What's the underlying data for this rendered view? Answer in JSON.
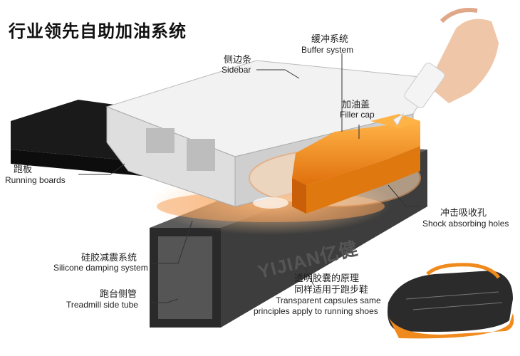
{
  "title": "行业领先自助加油系统",
  "brand": "YIJIAN亿健",
  "colors": {
    "orange": "#f08a1c",
    "dark": "#1a1a1a",
    "sidebar": "#e6e6e6",
    "tube": "#444444"
  },
  "callouts": {
    "buffer": {
      "cn": "缓冲系统",
      "en": "Buffer system"
    },
    "sidebar": {
      "cn": "侧边条",
      "en": "Sidebar"
    },
    "filler": {
      "cn": "加油盖",
      "en": "Filler cap"
    },
    "running": {
      "cn": "跑板",
      "en": "Running boards"
    },
    "shock": {
      "cn": "冲击吸收孔",
      "en": "Shock absorbing holes"
    },
    "silicone": {
      "cn": "硅胶减震系统",
      "en": "Silicone damping system"
    },
    "tube": {
      "cn": "跑台侧管",
      "en": "Treadmill side tube"
    },
    "capsule": {
      "cn1": "透明胶囊的原理",
      "cn2": "同样适用于跑步鞋",
      "en1": "Transparent capsules same",
      "en2": "principles apply to running shoes"
    }
  }
}
